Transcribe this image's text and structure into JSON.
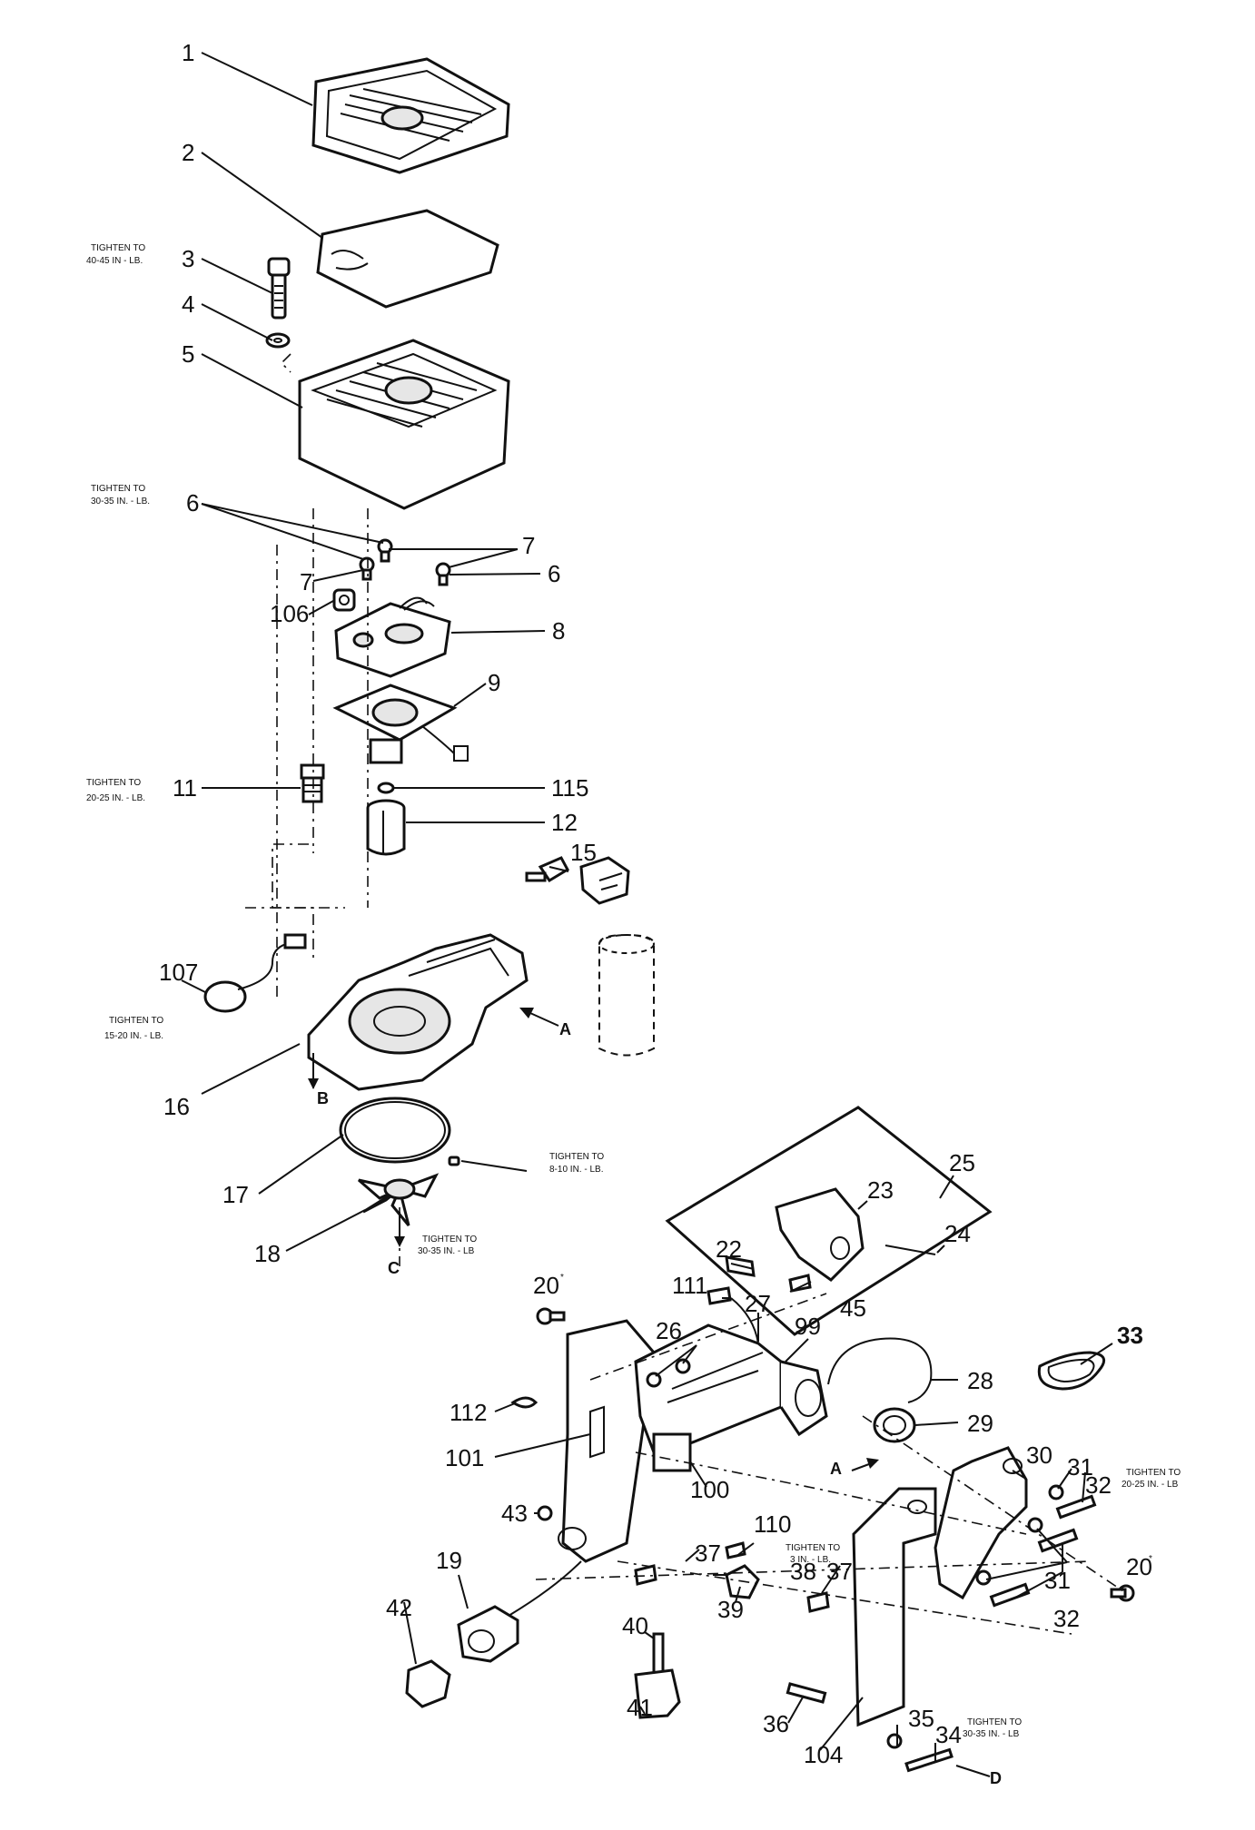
{
  "callouts": {
    "c1": "1",
    "c2": "2",
    "c3": "3",
    "c4": "4",
    "c5": "5",
    "c6a": "6",
    "c6b": "6",
    "c7a": "7",
    "c7b": "7",
    "c106": "106",
    "c8": "8",
    "c9": "9",
    "c11": "11",
    "c115": "115",
    "c12": "12",
    "c15": "15",
    "c107": "107",
    "c16": "16",
    "c17": "17",
    "c18": "18",
    "c25": "25",
    "c23": "23",
    "c24": "24",
    "c22": "22",
    "c20a": "20",
    "c20b": "20",
    "c111": "111",
    "c27": "27",
    "c45": "45",
    "c99": "99",
    "c26": "26",
    "c33": "33",
    "c28": "28",
    "c29": "29",
    "c112": "112",
    "c101": "101",
    "c30": "30",
    "c31a": "31",
    "c31b": "31",
    "c32a": "32",
    "c32b": "32",
    "c43": "43",
    "c100": "100",
    "c110": "110",
    "c19": "19",
    "c37a": "37",
    "c37b": "37",
    "c38": "38",
    "c42": "42",
    "c40": "40",
    "c39": "39",
    "c41": "41",
    "c36": "36",
    "c35": "35",
    "c34": "34",
    "c104": "104"
  },
  "letters": {
    "a1": "A",
    "a2": "A",
    "b": "B",
    "c": "C",
    "d": "D"
  },
  "asterisks": {
    "s1": "*",
    "s2": "*"
  },
  "torque_notes": {
    "n3_l1": "TIGHTEN TO",
    "n3_l2": "40-45  IN  - LB.",
    "n6_l1": "TIGHTEN TO",
    "n6_l2": "30-35  IN.  - LB.",
    "n11_l1": "TIGHTEN TO",
    "n11_l2": "20-25 IN.  - LB.",
    "n107_l1": "TIGHTEN TO",
    "n107_l2": "15-20 IN.  - LB.",
    "nfan_l1": "TIGHTEN TO",
    "nfan_l2": "8-10  IN.  - LB.",
    "nC_l1": "TIGHTEN TO",
    "nC_l2": "30-35  IN.  - LB",
    "n32_l1": "TIGHTEN TO",
    "n32_l2": "20-25  IN.  - LB",
    "n38_l1": "TIGHTEN TO",
    "n38_l2": "3  IN.  - LB.",
    "n34_l1": "TIGHTEN TO",
    "n34_l2": "30-35  IN.  - LB"
  }
}
